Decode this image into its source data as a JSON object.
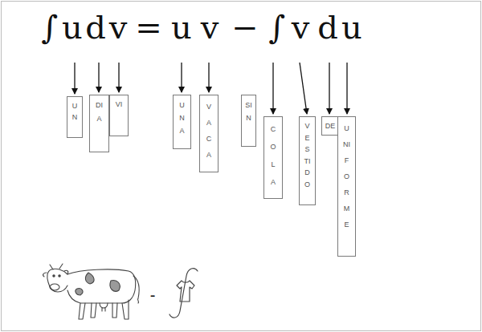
{
  "diagram": {
    "nodes": [
      {
        "text": [
          "UN"
        ]
      },
      {
        "text": [
          "DIA"
        ]
      },
      {
        "text": [
          "VI"
        ]
      },
      {
        "text": [
          "UNA"
        ]
      },
      {
        "text": [
          "VACA"
        ]
      },
      {
        "text": [
          "SIN"
        ]
      },
      {
        "text": [
          "COLA"
        ]
      },
      {
        "text": [
          "VESTIDO"
        ]
      },
      {
        "text": [
          "DE"
        ]
      },
      {
        "text": [
          "UNIFORME"
        ]
      }
    ],
    "labels": [
      "∫",
      "u",
      "d",
      "v",
      "=",
      "u",
      "v",
      "−",
      "∫",
      "v",
      "d",
      "u",
      "-"
    ]
  }
}
